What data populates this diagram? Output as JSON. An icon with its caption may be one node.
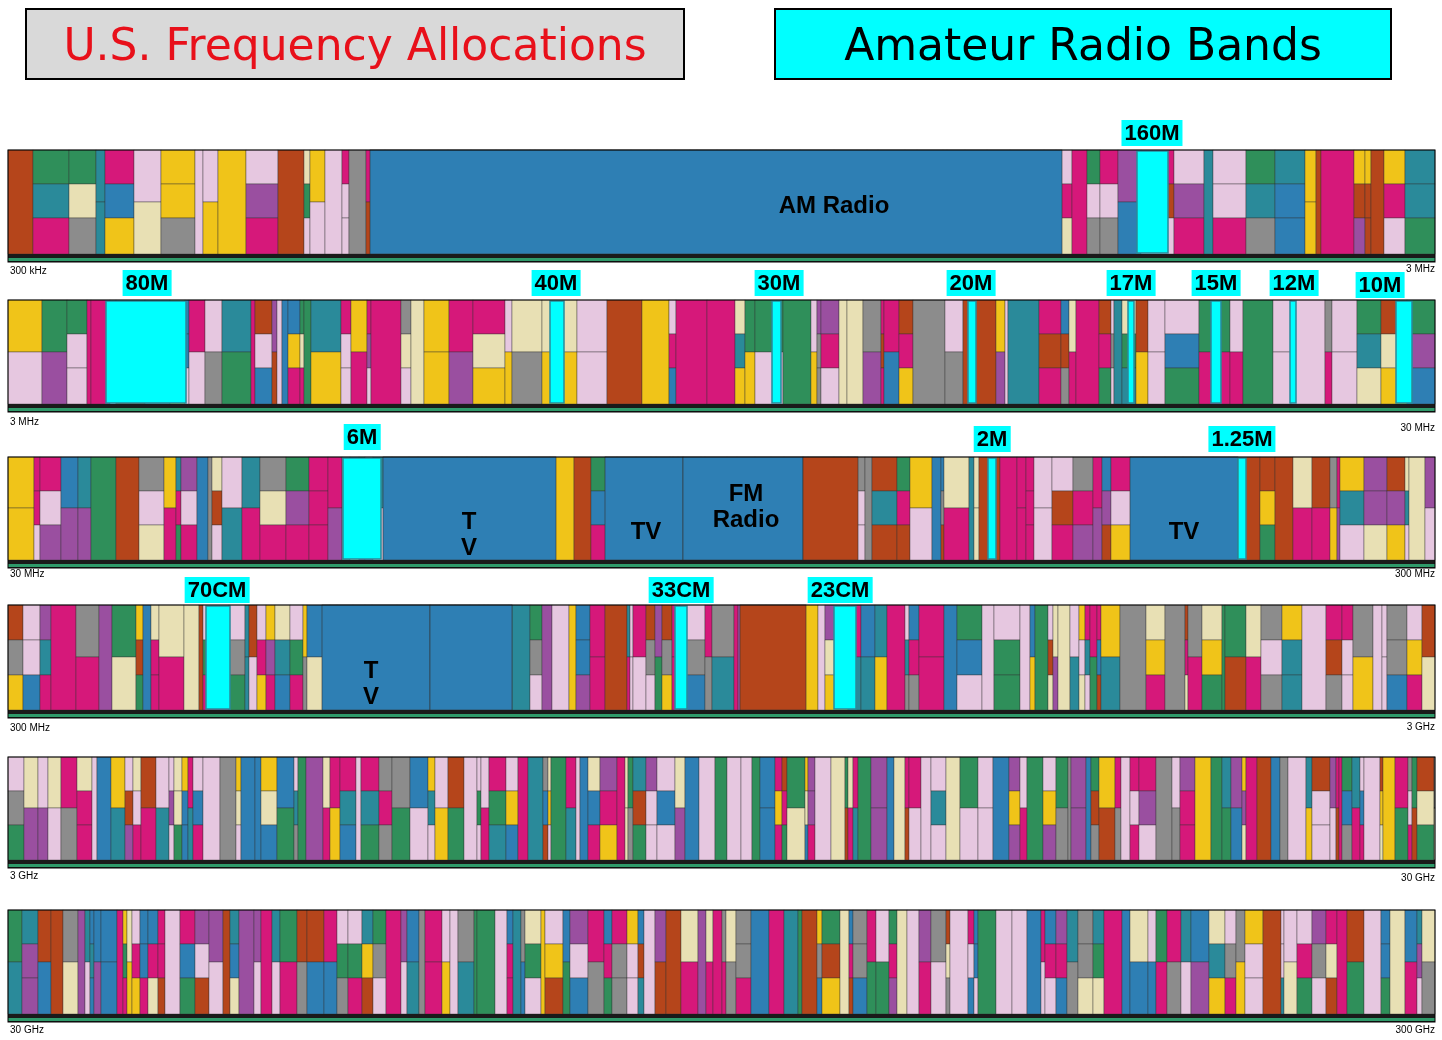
{
  "diagram": {
    "nodes": [
      {
        "text": [
          "U.S. Frequency Allocations"
        ]
      },
      {
        "text": [
          "Amateur Radio Bands"
        ]
      }
    ],
    "labels": [
      "160M",
      "AM Radio",
      "300 kHz",
      "3 MHz",
      "80M",
      "40M",
      "30M",
      "20M",
      "17M",
      "15M",
      "12M",
      "10M",
      "3 MHz",
      "30 MHz",
      "6M",
      "2M",
      "1.25M",
      "T V",
      "TV",
      "FM Radio",
      "TV",
      "30 MHz",
      "300 MHz",
      "70CM",
      "33CM",
      "23CM",
      "T V",
      "300 MHz",
      "3 GHz",
      "3 GHz",
      "30 GHz",
      "30 GHz",
      "300 GHz"
    ]
  }
}
